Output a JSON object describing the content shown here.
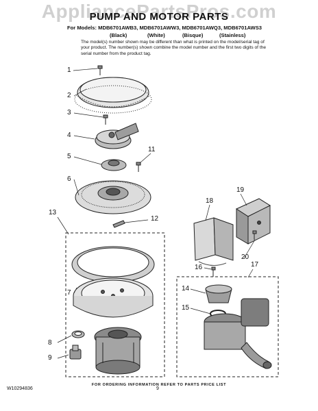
{
  "watermark": "AppliancePartsPros.com",
  "title": "PUMP AND MOTOR PARTS",
  "models_line": "For Models: MDB6701AWB3, MDB6701AWW3, MDB6701AWQ3, MDB6701AWS3",
  "colors": [
    "(Black)",
    "(White)",
    "(Bisque)",
    "(Stainless)"
  ],
  "note": "The model(s) number shown may be different than what is printed on the model/serial tag of your product. The number(s) shown combine the model number and the first two digits of the serial number from the product tag.",
  "callouts": [
    "1",
    "2",
    "3",
    "4",
    "5",
    "6",
    "7",
    "8",
    "9",
    "11",
    "12",
    "13",
    "14",
    "15",
    "16",
    "17",
    "18",
    "19",
    "20"
  ],
  "footer": "FOR ORDERING INFORMATION REFER TO PARTS PRICE LIST",
  "doc_number": "W10294836",
  "page_number": "9"
}
